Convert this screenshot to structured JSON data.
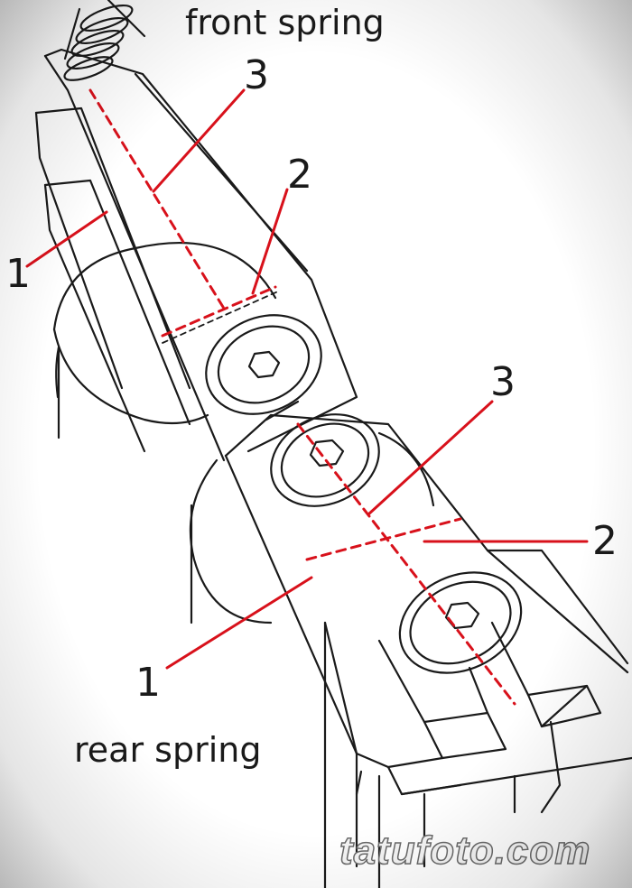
{
  "labels": {
    "front_spring": "front spring",
    "rear_spring": "rear spring",
    "front_callouts": [
      "1",
      "2",
      "3"
    ],
    "rear_callouts": [
      "1",
      "2",
      "3"
    ]
  },
  "watermark": "tatufoto.com",
  "colors": {
    "line_art": "#1a1a1a",
    "measure": "#d8111b",
    "background": "#ffffff"
  }
}
